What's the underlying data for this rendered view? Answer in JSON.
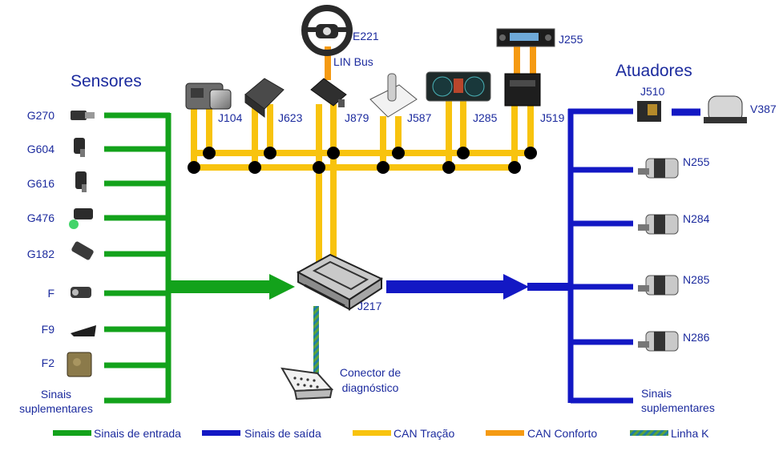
{
  "headings": {
    "sensors": "Sensores",
    "actuators": "Atuadores"
  },
  "sensors": [
    {
      "label": "G270"
    },
    {
      "label": "G604"
    },
    {
      "label": "G616"
    },
    {
      "label": "G476"
    },
    {
      "label": "G182"
    },
    {
      "label": "F"
    },
    {
      "label": "F9"
    },
    {
      "label": "F2"
    }
  ],
  "sensor_extra": [
    "Sinais",
    "suplementares"
  ],
  "actuators": [
    {
      "label": "N255"
    },
    {
      "label": "N284"
    },
    {
      "label": "N285"
    },
    {
      "label": "N286"
    }
  ],
  "actuator_extra": [
    "Sinais",
    "suplementares"
  ],
  "relay": {
    "label": "J510"
  },
  "pump": {
    "label": "V387"
  },
  "bus_modules": [
    {
      "label": "J104"
    },
    {
      "label": "J623"
    },
    {
      "label": "J879"
    },
    {
      "label": "J587"
    },
    {
      "label": "J285"
    },
    {
      "label": "J519"
    }
  ],
  "steering": {
    "label": "E221",
    "bus": "LIN Bus"
  },
  "radio": {
    "label": "J255"
  },
  "ecu": {
    "label": "J217"
  },
  "diag": {
    "line1": "Conector de",
    "line2": "diagnóstico"
  },
  "legend": [
    {
      "label": "Sinais de entrada",
      "color": "#13a21b"
    },
    {
      "label": "Sinais de saída",
      "color": "#1318c4"
    },
    {
      "label": "CAN Tração",
      "color": "#f8c30e"
    },
    {
      "label": "CAN Conforto",
      "color": "#f59a12"
    },
    {
      "label": "Linha K",
      "color": "#2b6f6a"
    }
  ],
  "colors": {
    "input": "#13a21b",
    "output": "#1318c4",
    "can_drive": "#f8c30e",
    "can_comfort": "#f59a12",
    "text": "#1c2b9e"
  }
}
